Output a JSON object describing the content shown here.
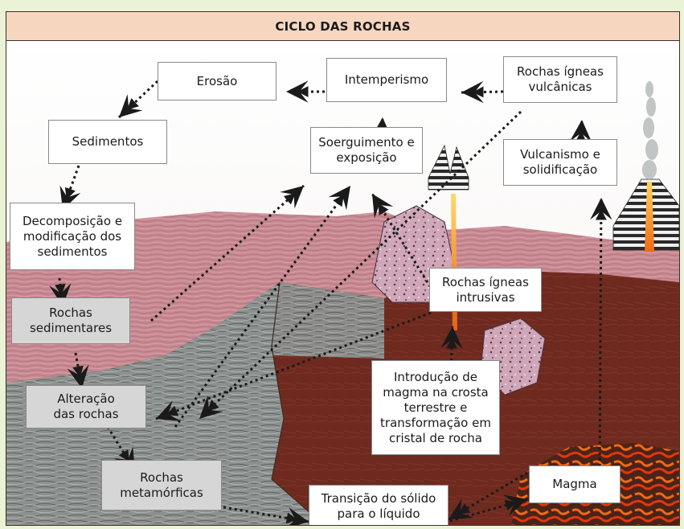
{
  "title": "CICLO DAS ROCHAS",
  "nodes": {
    "erosao": "Erosão",
    "intemperismo": "Intemperismo",
    "rochas_igneas_vulcanicas": "Rochas ígneas\nvulcânicas",
    "sedimentos": "Sedimentos",
    "soerguimento": "Soerguimento e\nexposição",
    "vulcanismo": "Vulcanismo e\nsolidificação",
    "decomposicao": "Decomposição e\nmodificação dos\nsedimentos",
    "rochas_sedimentares": "Rochas\nsedimentares",
    "rochas_igneas_intrusivas": "Rochas ígneas\nintrusivas",
    "introducao_magma": "Introdução de\nmagma na crosta\nterrestre e\ntransformação em\ncristal de rocha",
    "alteracao": "Alteração\ndas rochas",
    "rochas_metamorficas": "Rochas\nmetamórficas",
    "transicao": "Transição do sólido\npara o líquido",
    "magma": "Magma"
  },
  "colors": {
    "frame_bg": "#eaf3d5",
    "title_bg": "#f7d6c0",
    "sediment_layer": "#c98a93",
    "metamorphic_layer": "#8c918f",
    "crust": "#6e2a1f",
    "magma": "#c43a0f",
    "arrow": "#1a1a1a"
  }
}
